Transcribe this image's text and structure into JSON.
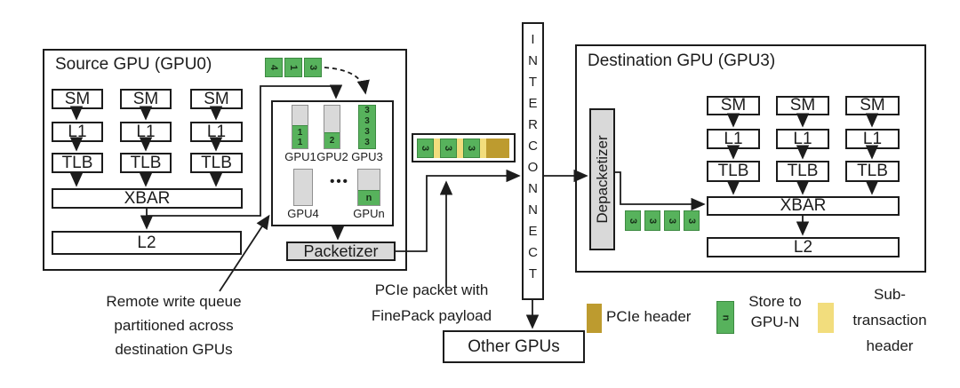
{
  "source_gpu": {
    "title": "Source GPU (GPU0)",
    "sm_label": "SM",
    "l1_label": "L1",
    "tlb_label": "TLB",
    "xbar_label": "XBAR",
    "l2_label": "L2",
    "packetizer_label": "Packetizer",
    "incoming_stores": [
      "4",
      "1",
      "3"
    ],
    "queue": {
      "entries": [
        {
          "label": "GPU1",
          "stores": "1\n1"
        },
        {
          "label": "GPU2",
          "stores": "2"
        },
        {
          "label": "GPU3",
          "stores": "3\n3\n3\n3"
        },
        {
          "label": "GPU4",
          "stores": ""
        },
        {
          "label": "GPUn",
          "stores": "n"
        }
      ],
      "ellipsis": "•••"
    }
  },
  "packet": {
    "payload_values": [
      "3",
      "3",
      "3"
    ]
  },
  "interconnect": {
    "label": "INTERCONNECT"
  },
  "destination_gpu": {
    "title": "Destination GPU (GPU3)",
    "depacketizer_label": "Depacketizer",
    "incoming_stores": [
      "3",
      "3",
      "3",
      "3"
    ],
    "sm_label": "SM",
    "l1_label": "L1",
    "tlb_label": "TLB",
    "xbar_label": "XBAR",
    "l2_label": "L2"
  },
  "other_gpus": {
    "label": "Other GPUs"
  },
  "annotations": {
    "remote_queue": "Remote write queue\npartitioned across\ndestination GPUs",
    "pcie_packet": "PCIe packet with\nFinePack payload"
  },
  "legend": {
    "pcie_header": "PCIe header",
    "store_glyph": "n",
    "store_to": "Store to\nGPU-N",
    "sub_transaction": "Sub-\ntransaction\nheader"
  },
  "colors": {
    "store_green": "#57b25c",
    "pcie_gold": "#bd9b2f",
    "subheader_yellow": "#f2dd7d",
    "queue_gray": "#d9d9d9"
  }
}
